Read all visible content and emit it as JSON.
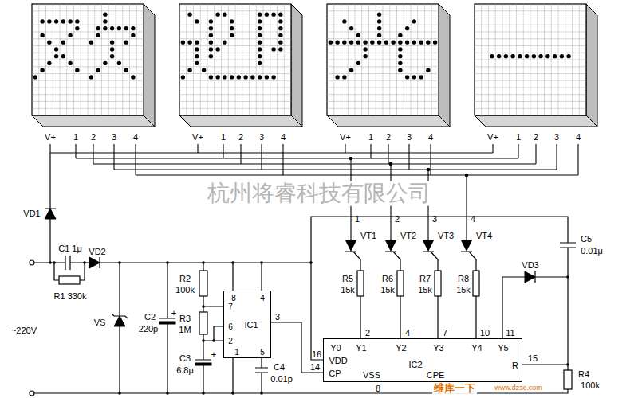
{
  "diagram": {
    "nodes": [
      {
        "text": [
          "IC1",
          "8",
          "4",
          "7",
          "6",
          "2",
          "1",
          "5"
        ]
      },
      {
        "text": [
          "Y0",
          "Y1",
          "Y2",
          "Y3",
          "Y4",
          "Y5",
          "VDD",
          "CP",
          "IC2",
          "VSS",
          "CPE",
          "R"
        ]
      }
    ],
    "edges": [
      {
        "from": 0,
        "to": 1,
        "arrow": "none"
      }
    ],
    "labels": [
      "V+",
      "1",
      "2",
      "3",
      "4",
      "V+",
      "1",
      "2",
      "3",
      "4",
      "V+",
      "1",
      "2",
      "3",
      "4",
      "V+",
      "1",
      "2",
      "3",
      "4",
      "1",
      "2",
      "3",
      "4",
      "VT1",
      "VT2",
      "VT3",
      "VT4",
      "R5",
      "15k",
      "R6",
      "15k",
      "R7",
      "15k",
      "R8",
      "15k",
      "2",
      "4",
      "7",
      "10",
      "11",
      "VD3",
      "C5",
      "0.01μ",
      "R4",
      "100k",
      "15",
      "16",
      "14",
      "8",
      "3",
      "C4",
      "0.01p",
      "R2",
      "100k",
      "R3",
      "1M",
      "C3",
      "6.8μ",
      "C2",
      "220p",
      "VS",
      "VD1",
      "C1 1μ",
      "VD2",
      "R1 330k",
      "~220V",
      "杭州将睿科技有限公司",
      "维库一下",
      "www.dzsc.com",
      "+",
      "+"
    ]
  }
}
